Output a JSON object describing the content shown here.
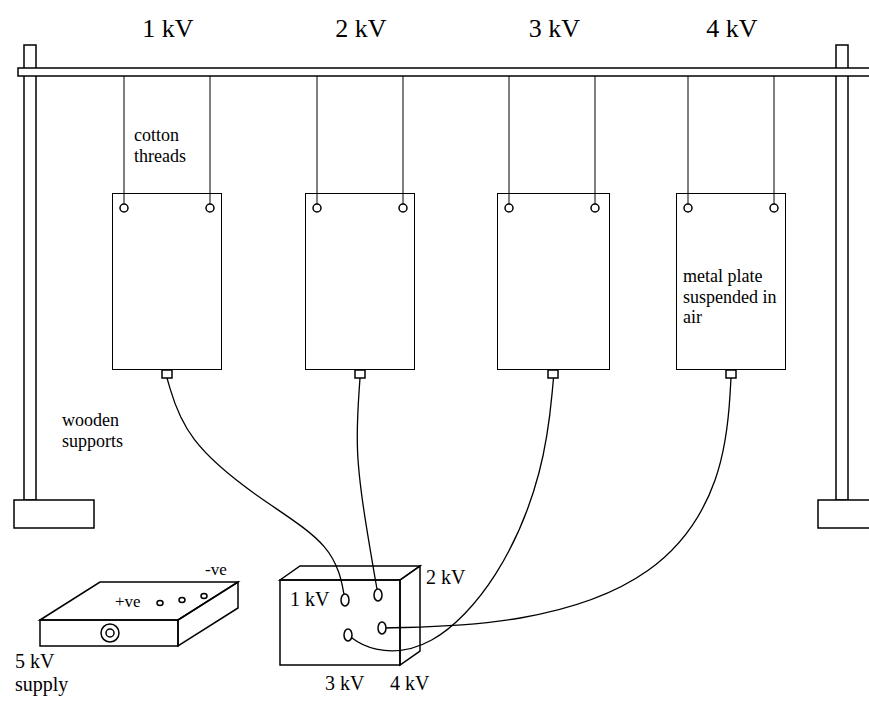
{
  "diagram": {
    "nodes": [
      {
        "text": [
          "1 kV"
        ]
      },
      {
        "text": [
          "2 kV"
        ]
      },
      {
        "text": [
          "3 kV"
        ]
      },
      {
        "text": [
          "4 kV",
          "metal plate suspended in air"
        ]
      },
      {
        "text": [
          "1 kV",
          "2 kV",
          "3 kV",
          "4 kV"
        ]
      },
      {
        "text": [
          "+ve",
          "-ve",
          "5 kV supply"
        ]
      }
    ],
    "edges": [
      {
        "from": 0,
        "to": 4,
        "arrow": "none"
      },
      {
        "from": 1,
        "to": 4,
        "arrow": "none"
      },
      {
        "from": 2,
        "to": 4,
        "arrow": "none"
      },
      {
        "from": 3,
        "to": 4,
        "arrow": "none"
      }
    ],
    "labels": [
      "cotton threads",
      "wooden supports"
    ]
  }
}
